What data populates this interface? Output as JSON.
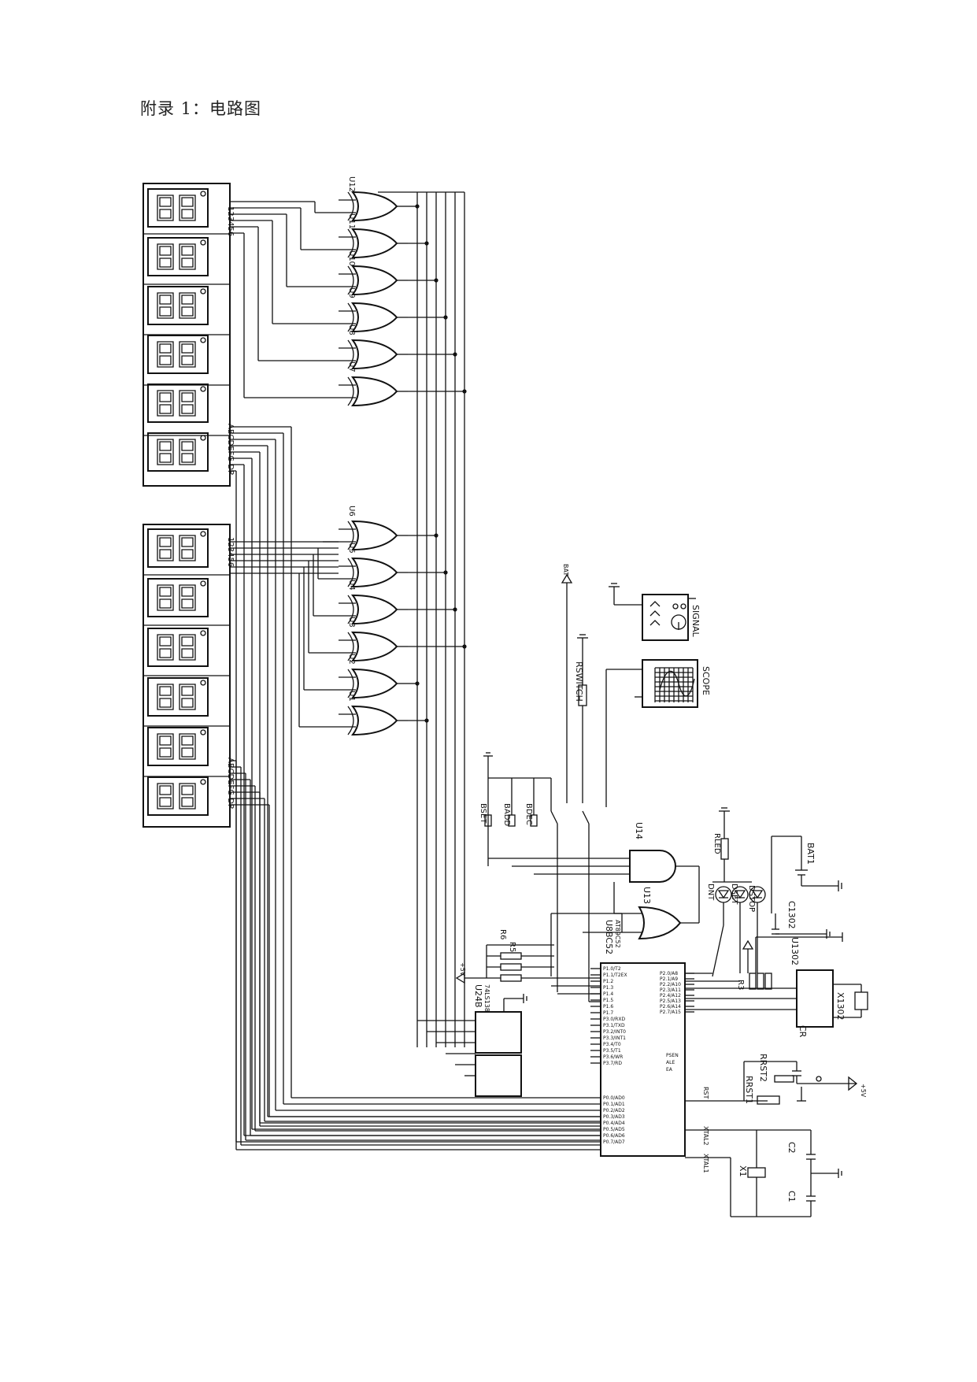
{
  "page": {
    "title": "附录 1：电路图"
  },
  "displays": {
    "top": {
      "pin_label_a": "123456",
      "pin_label_b": "ABCDEFG DP"
    },
    "bottom": {
      "pin_label_a": "123456",
      "pin_label_b": "ABCDEFG DP"
    }
  },
  "gates": {
    "top": [
      "U12",
      "U11",
      "U10",
      "U9",
      "U8",
      "U7"
    ],
    "bottom": [
      "U6",
      "U5",
      "U4",
      "U3",
      "U2",
      "U1"
    ],
    "type": "XOR"
  },
  "components": {
    "u14": "U14",
    "u14_type": "AND_3",
    "u13": "U13",
    "u13_type": "OR",
    "u24b": "U24B",
    "u24b_type": "74LS138",
    "mcu": "U8BC52",
    "mcu_type": "AT89C52",
    "signal": "SIGNAL",
    "scope": "SCOPE",
    "rswitch": "RSWITCH",
    "bset": "BSET",
    "badd": "BADD",
    "bdec": "BDEC",
    "rled": "RLED",
    "dnt": "DNT",
    "dset": "DSET",
    "dstop": "DSTOP",
    "bat1": "BAT1",
    "c1302": "C1302",
    "u1302": "U1302",
    "x1302": "X1302",
    "cr": "CR",
    "rrst1": "RRST1",
    "rrst2": "RRST2",
    "r6": "R6",
    "r5": "R5",
    "x1": "X1",
    "c1": "C1",
    "c2": "C2",
    "r3": "R3",
    "rst": "RST",
    "xtal1": "XTAL1",
    "xtal2": "XTAL2"
  },
  "mcu_pins": {
    "p0": [
      "P0.0/AD0",
      "P0.1/AD1",
      "P0.2/AD2",
      "P0.3/AD3",
      "P0.4/AD4",
      "P0.5/AD5",
      "P0.6/AD6",
      "P0.7/AD7"
    ],
    "p1": [
      "P1.0/T2",
      "P1.1/T2EX",
      "P1.2",
      "P1.3",
      "P1.4",
      "P1.5",
      "P1.6",
      "P1.7"
    ],
    "p2": [
      "P2.0/A8",
      "P2.1/A9",
      "P2.2/A10",
      "P2.3/A11",
      "P2.4/A12",
      "P2.5/A13",
      "P2.6/A14",
      "P2.7/A15"
    ],
    "p3": [
      "P3.0/RXD",
      "P3.1/TXD",
      "P3.2/INT0",
      "P3.3/INT1",
      "P3.4/T0",
      "P3.5/T1",
      "P3.6/WR",
      "P3.7/RD"
    ],
    "ctrl": [
      "PSEN",
      "ALE",
      "EA"
    ]
  },
  "power": {
    "vcc": "+5V",
    "vbat": "BAT"
  }
}
